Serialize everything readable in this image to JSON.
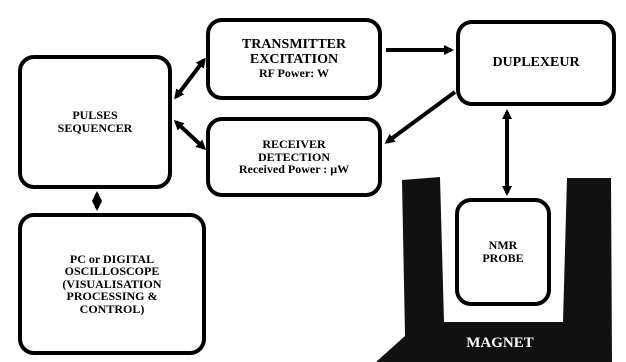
{
  "blocks": {
    "pulses": {
      "lines": [
        "PULSES",
        "SEQUENCER"
      ]
    },
    "transmitter": {
      "lines": [
        "TRANSMITTER",
        "EXCITATION"
      ],
      "sub": "RF Power: W"
    },
    "receiver": {
      "lines": [
        "RECEIVER",
        "DETECTION"
      ],
      "sub": "Received Power : μW"
    },
    "duplexer": {
      "lines": [
        "DUPLEXEUR"
      ]
    },
    "pc": {
      "lines": [
        "PC or DIGITAL",
        "OSCILLOSCOPE",
        "(VISUALISATION",
        "PROCESSING &",
        "CONTROL)"
      ]
    },
    "nmr_probe": {
      "lines": [
        "NMR",
        "PROBE"
      ]
    },
    "magnet": {
      "label": "MAGNET"
    }
  },
  "colors": {
    "stroke": "#000000",
    "background": "#ffffff",
    "magnet_fill": "#111111",
    "magnet_text": "#ffffff"
  }
}
